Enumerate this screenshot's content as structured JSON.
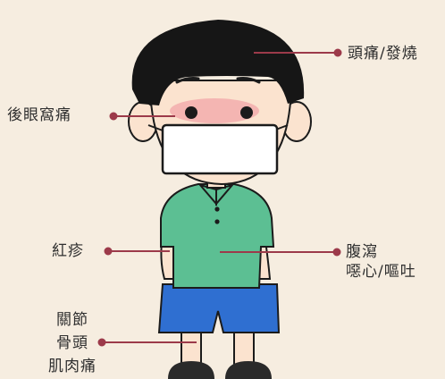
{
  "labels": {
    "headache_fever": "頭痛/發燒",
    "eye_pain": "後眼窩痛",
    "rash": "紅疹",
    "abdomen_line1": "腹瀉",
    "abdomen_line2": "噁心/嘔吐",
    "joint_line1": "關節",
    "joint_line2": "骨頭",
    "joint_line3": "肌肉痛"
  },
  "colors": {
    "background": "#f6ede0",
    "leader_line": "#9c3a4a",
    "skin": "#fbe3cf",
    "hair": "#161616",
    "shirt": "#5cbf93",
    "shorts": "#2f6fd1",
    "mask": "#ffffff",
    "shoes": "#2a2a2a"
  },
  "icons": [
    "boy-figure-icon",
    "face-mask-icon"
  ]
}
